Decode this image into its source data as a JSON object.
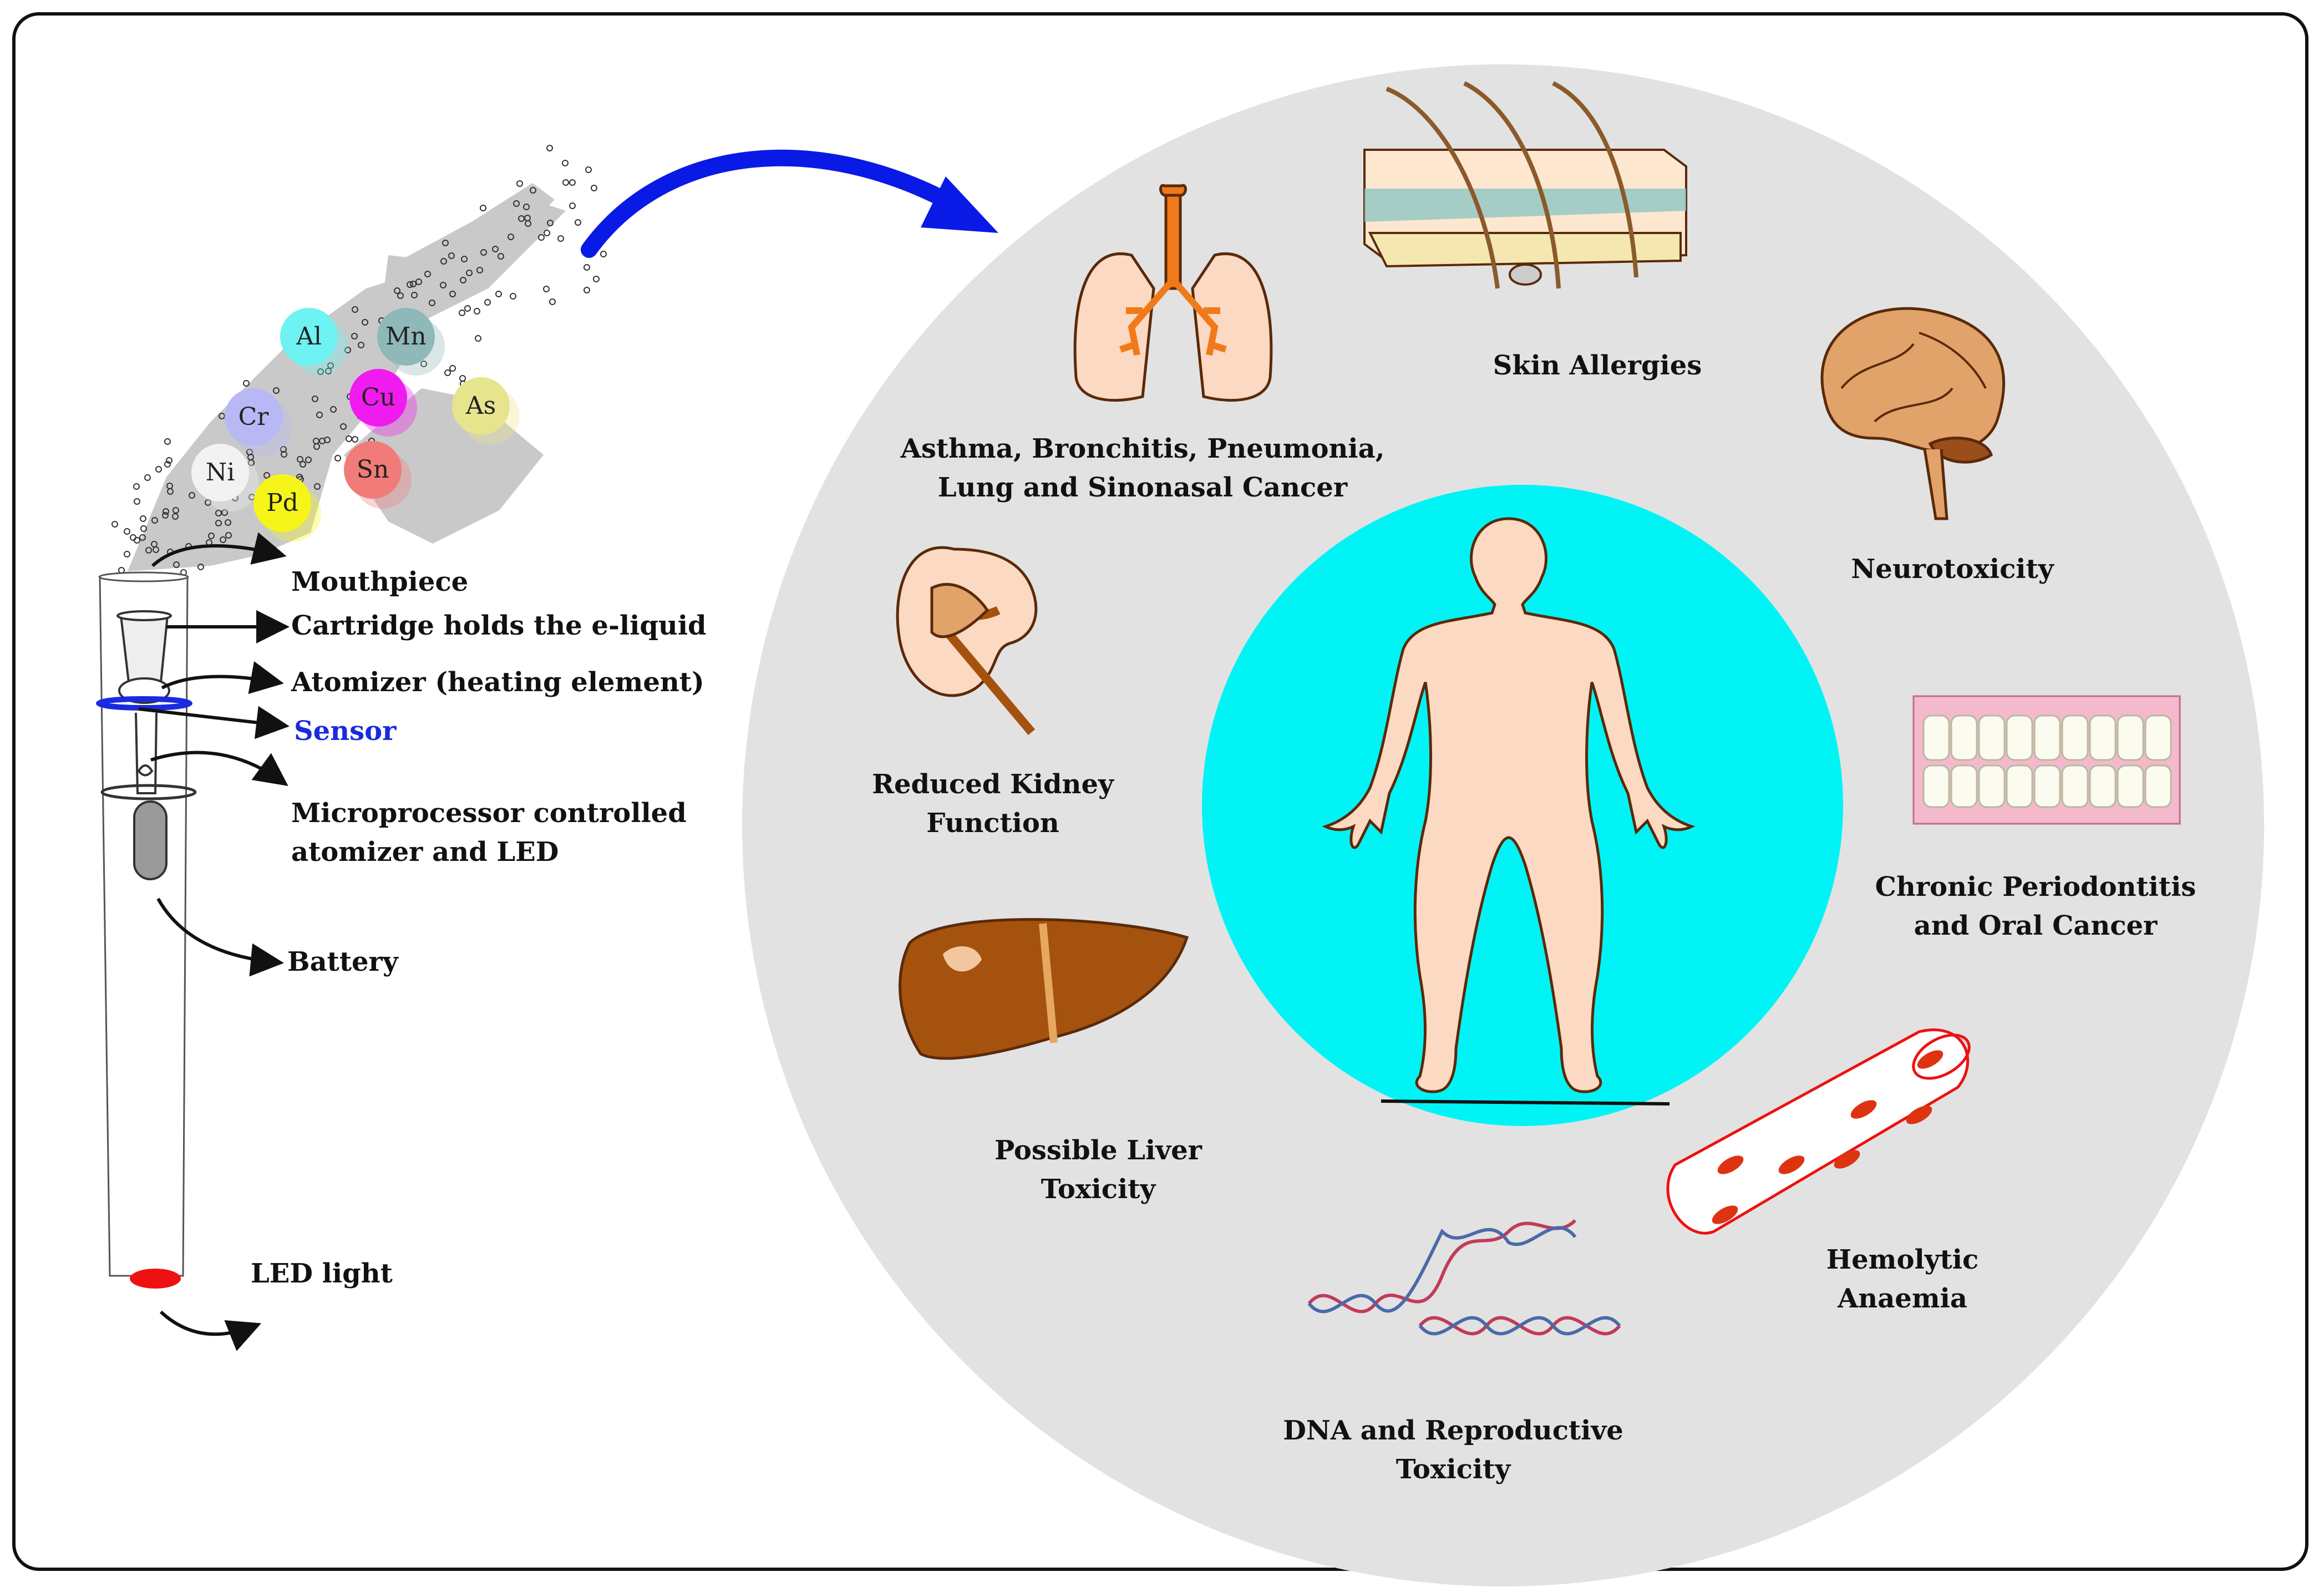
{
  "device": {
    "labels": {
      "mouthpiece": "Mouthpiece",
      "cartridge": "Cartridge holds the e-liquid",
      "atomizer": "Atomizer (heating element)",
      "sensor": "Sensor",
      "microprocessor_line1": "Microprocessor controlled",
      "microprocessor_line2": "atomizer and LED",
      "battery": "Battery",
      "led": "LED light"
    },
    "colors": {
      "sensor_text": "#1a2ae0",
      "led": "#ee1111"
    }
  },
  "metals": [
    {
      "symbol": "Al",
      "color": "#6ff2f2"
    },
    {
      "symbol": "Mn",
      "color": "#8fb8b8"
    },
    {
      "symbol": "Cr",
      "color": "#b8b8f5"
    },
    {
      "symbol": "Cu",
      "color": "#f01bef"
    },
    {
      "symbol": "As",
      "color": "#e7e48e"
    },
    {
      "symbol": "Ni",
      "color": "#f2f2f2"
    },
    {
      "symbol": "Sn",
      "color": "#f07b78"
    },
    {
      "symbol": "Pd",
      "color": "#f6f51a"
    }
  ],
  "effects": {
    "lung": {
      "line1": "Asthma, Bronchitis, Pneumonia,",
      "line2": "Lung and Sinonasal Cancer"
    },
    "skin": {
      "line1": "Skin Allergies"
    },
    "brain": {
      "line1": "Neurotoxicity"
    },
    "teeth": {
      "line1": "Chronic Periodontitis",
      "line2": "and Oral Cancer"
    },
    "blood": {
      "line1": "Hemolytic",
      "line2": "Anaemia"
    },
    "dna": {
      "line1": "DNA and Reproductive",
      "line2": "Toxicity"
    },
    "liver": {
      "line1": "Possible Liver",
      "line2": "Toxicity"
    },
    "kidney": {
      "line1": "Reduced Kidney",
      "line2": "Function"
    }
  },
  "icons": [
    "lung-icon",
    "skin-icon",
    "brain-icon",
    "teeth-icon",
    "blood-vessel-icon",
    "dna-icon",
    "liver-icon",
    "kidney-icon",
    "human-body-icon",
    "e-cigarette-icon",
    "curved-arrow-icon"
  ],
  "colors": {
    "outer_circle": "#e2e2e2",
    "inner_circle": "#00f4f6",
    "body": "#fbd9c2",
    "arrow": "#0a1ae6"
  }
}
